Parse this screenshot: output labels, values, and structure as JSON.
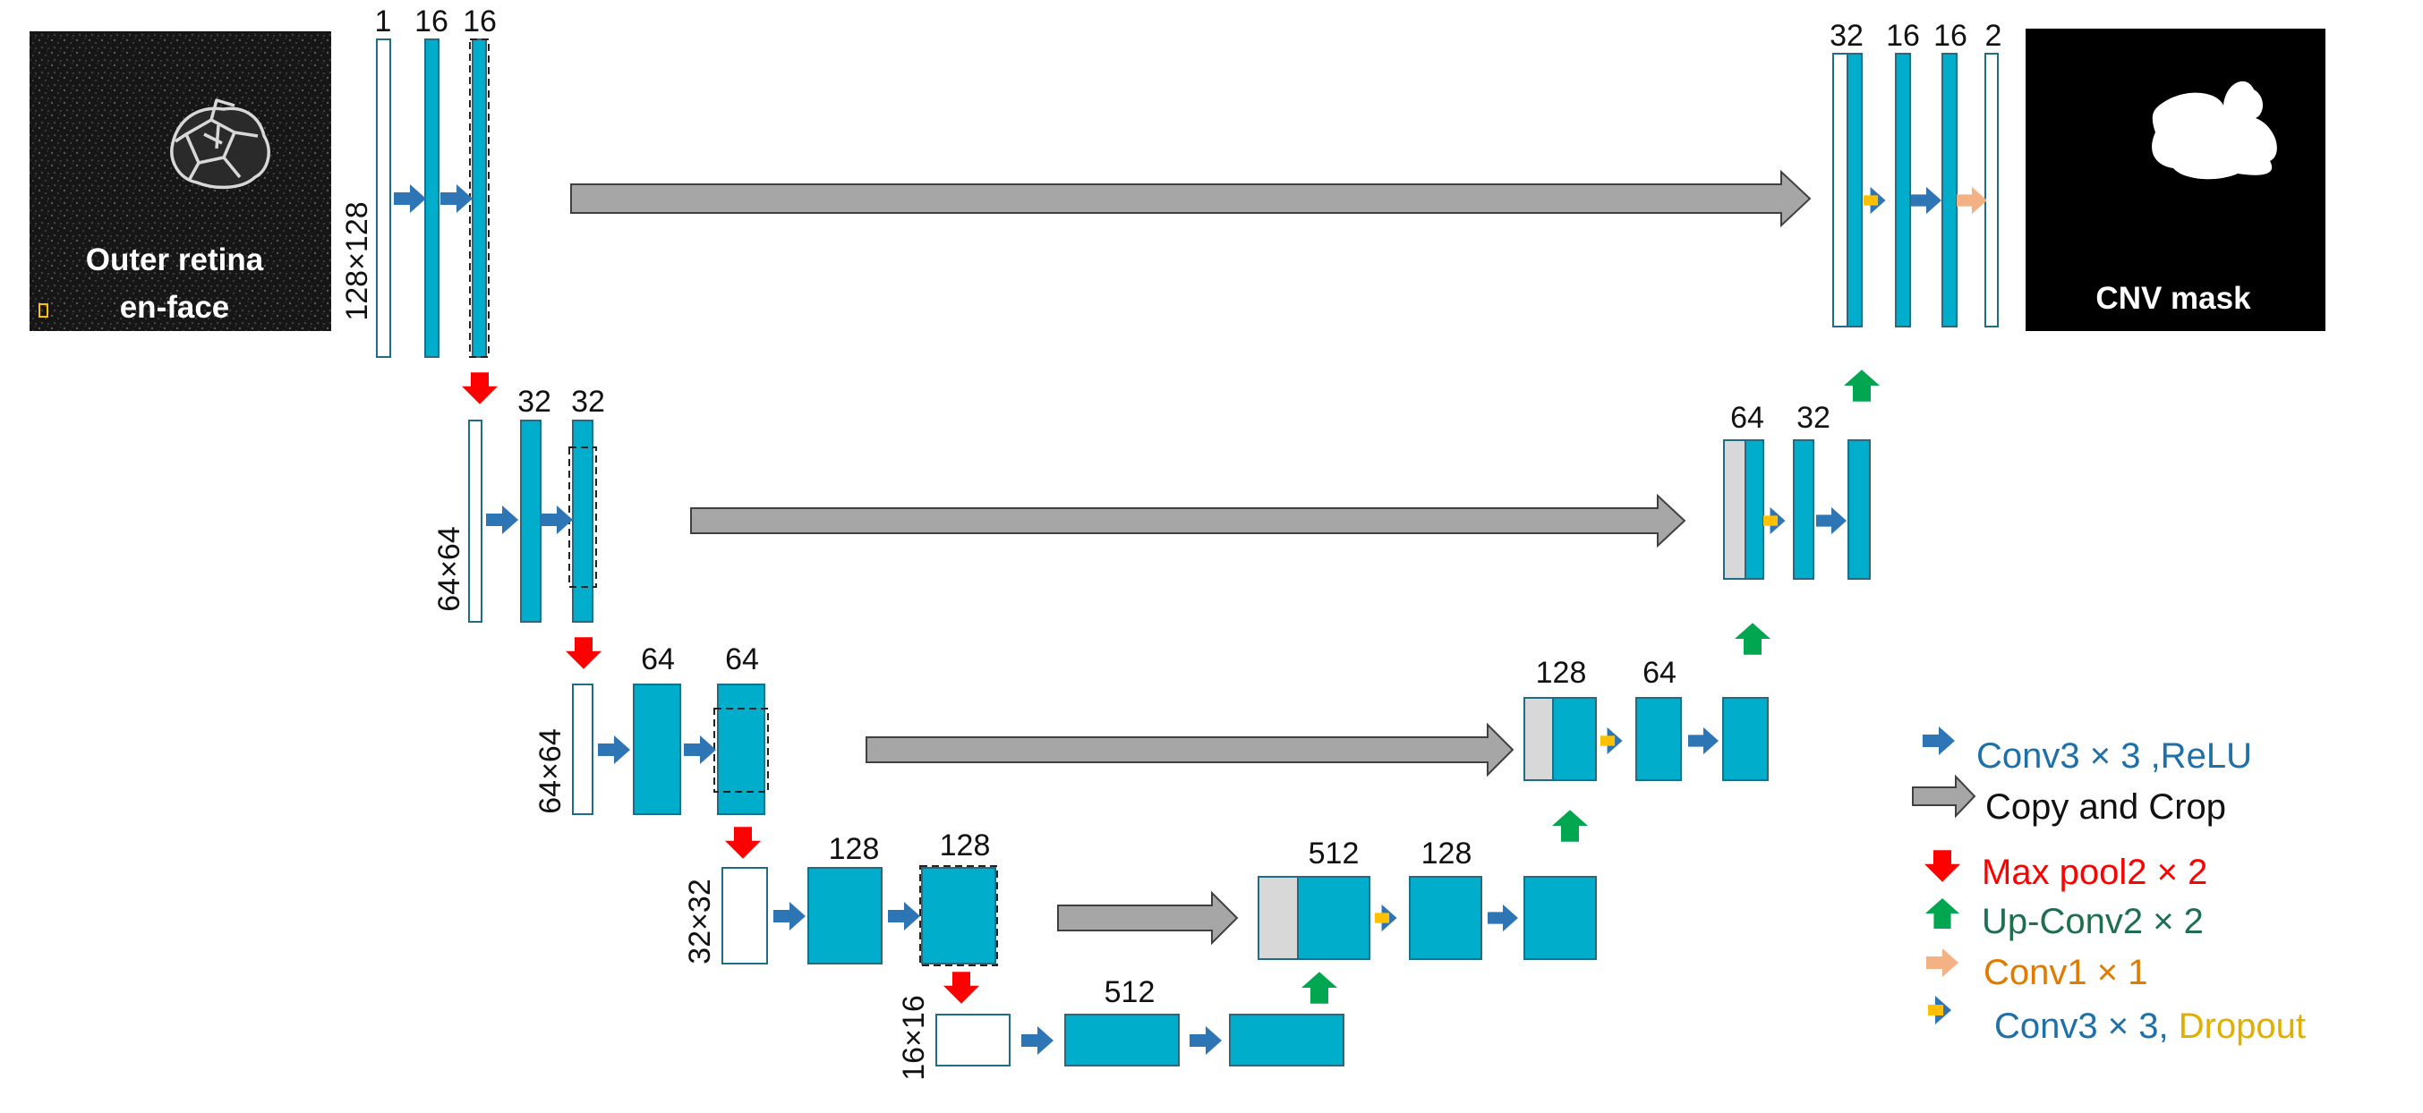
{
  "input_image": {
    "label_line1": "Outer retina",
    "label_line2": "en-face"
  },
  "output_image": {
    "label": "CNV mask"
  },
  "levels": [
    {
      "resolution": "128×128",
      "encoder_channels": [
        "1",
        "16",
        "16"
      ],
      "decoder_channels": [
        "32",
        "16",
        "16",
        "2"
      ]
    },
    {
      "resolution": "64×64",
      "encoder_channels": [
        "32",
        "32"
      ],
      "decoder_channels": [
        "64",
        "32"
      ]
    },
    {
      "resolution": "64×64",
      "encoder_channels": [
        "64",
        "64"
      ],
      "decoder_channels": [
        "128",
        "64"
      ]
    },
    {
      "resolution": "32×32",
      "encoder_channels": [
        "128",
        "128"
      ],
      "decoder_channels": [
        "512",
        "128"
      ]
    },
    {
      "resolution": "16×16",
      "bottleneck_channels": [
        "512"
      ]
    }
  ],
  "legend": {
    "conv_relu": {
      "part1": "Conv3 × 3 ,ReLU"
    },
    "copy_crop": {
      "part1": "Copy and Crop"
    },
    "maxpool": {
      "part1": "Max pool2 × 2"
    },
    "upconv": {
      "part1": "Up-Conv2 × 2"
    },
    "conv1x1": {
      "part1": "Conv1 × 1"
    },
    "conv_dropout": {
      "part1": "Conv3 × 3, ",
      "part2": "Dropout"
    }
  },
  "colors": {
    "block_fill": "#00AECC",
    "block_stroke": "#1E6C86",
    "conv_arrow": "#2E75B6",
    "copy_arrow": "#A6A6A6",
    "maxpool_arrow": "#FF0000",
    "upconv_arrow": "#00A650",
    "conv1x1_arrow": "#F4B183",
    "dropout_accent": "#FFC000",
    "legend_conv_text": "#1F6FA8",
    "legend_copy_text": "#111111",
    "legend_maxpool_text": "#FF0000",
    "legend_upconv_text": "#1E6E50",
    "legend_conv1x1_text": "#E07B00",
    "legend_dropout_text": "#E0B000"
  }
}
